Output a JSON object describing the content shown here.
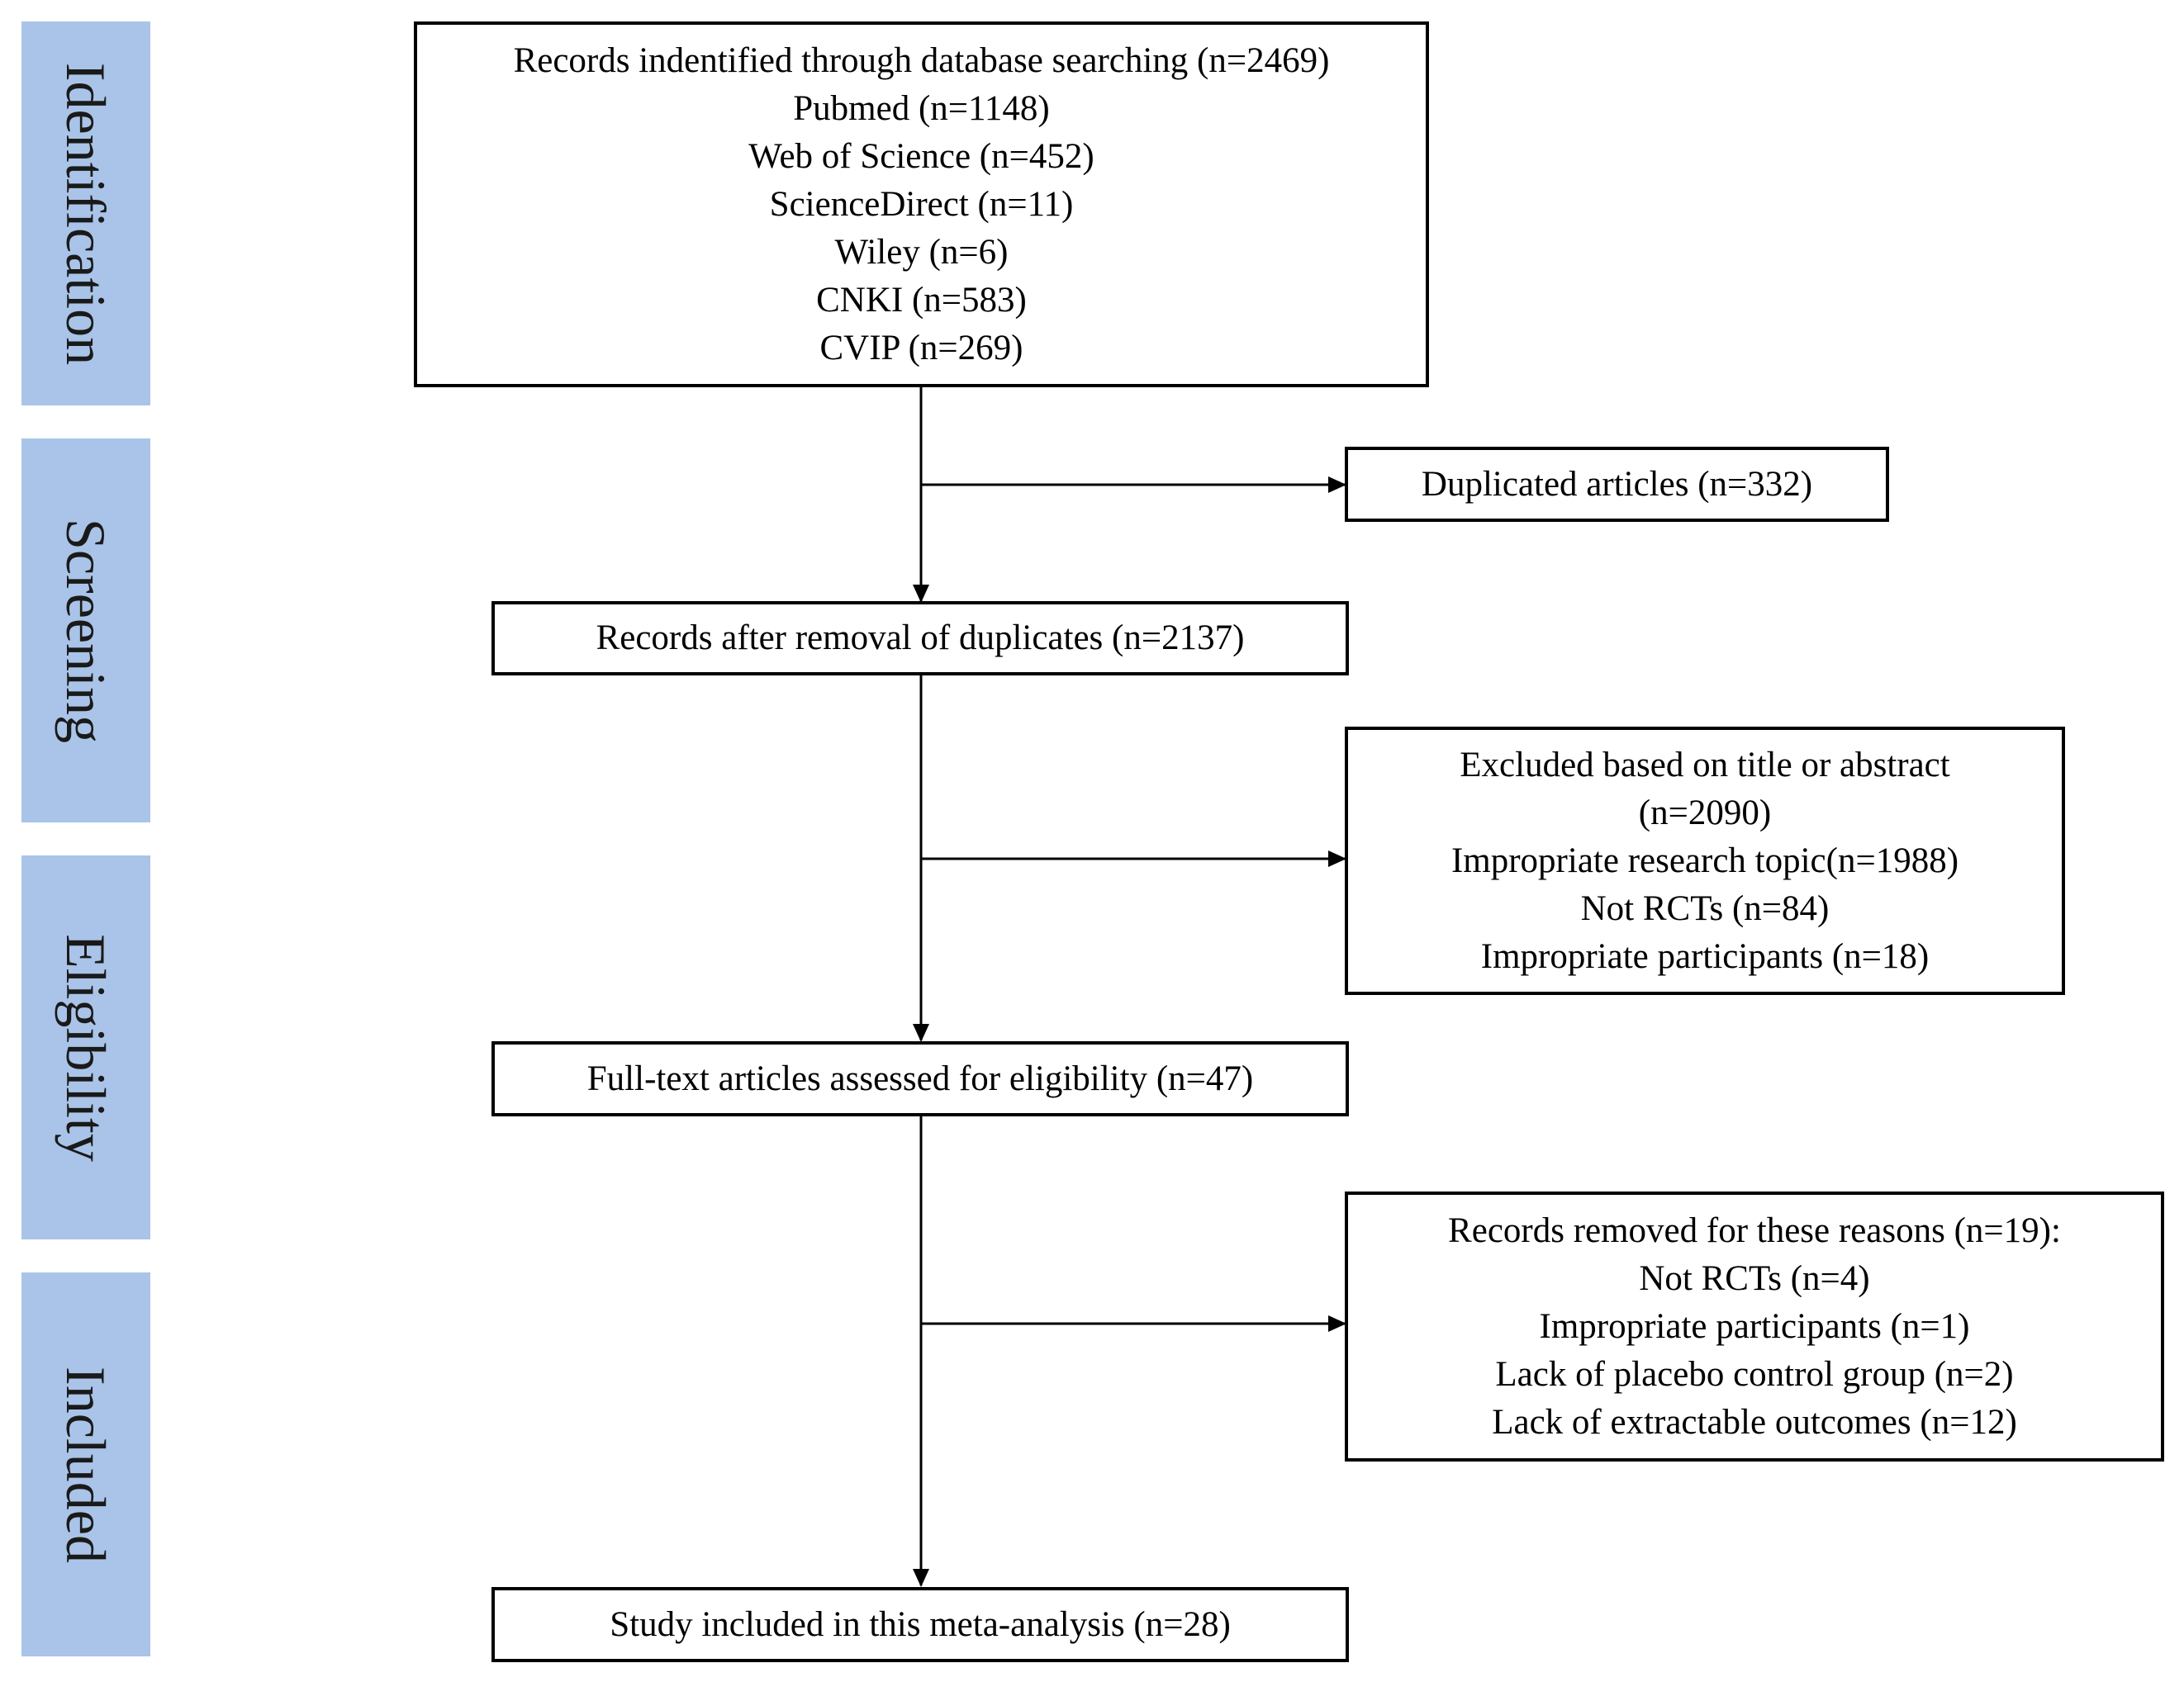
{
  "stages": [
    "Identification",
    "Screening",
    "Eligibility",
    "Included"
  ],
  "boxes": {
    "identified": {
      "lines": [
        "Records indentified through database searching (n=2469)",
        "Pubmed (n=1148)",
        "Web of Science (n=452)",
        "ScienceDirect (n=11)",
        "Wiley (n=6)",
        "CNKI (n=583)",
        "CVIP (n=269)"
      ]
    },
    "duplicates": {
      "lines": [
        "Duplicated articles (n=332)"
      ]
    },
    "after_duplicates": {
      "lines": [
        "Records after removal of duplicates (n=2137)"
      ]
    },
    "excluded_title": {
      "lines": [
        "Excluded based on title or abstract",
        "(n=2090)",
        "Impropriate research topic(n=1988)",
        "Not RCTs (n=84)",
        "Impropriate participants (n=18)"
      ]
    },
    "fulltext": {
      "lines": [
        "Full-text articles assessed for eligibility (n=47)"
      ]
    },
    "removed_reasons": {
      "lines": [
        "Records removed for these reasons (n=19):",
        "Not RCTs (n=4)",
        "Impropriate participants (n=1)",
        "Lack of placebo control group (n=2)",
        "Lack of extractable outcomes (n=12)"
      ]
    },
    "included": {
      "lines": [
        "Study included in this meta-analysis (n=28)"
      ]
    }
  },
  "colors": {
    "stage_fill": "#a9c4e8",
    "box_border": "#000000",
    "connector": "#000000"
  }
}
